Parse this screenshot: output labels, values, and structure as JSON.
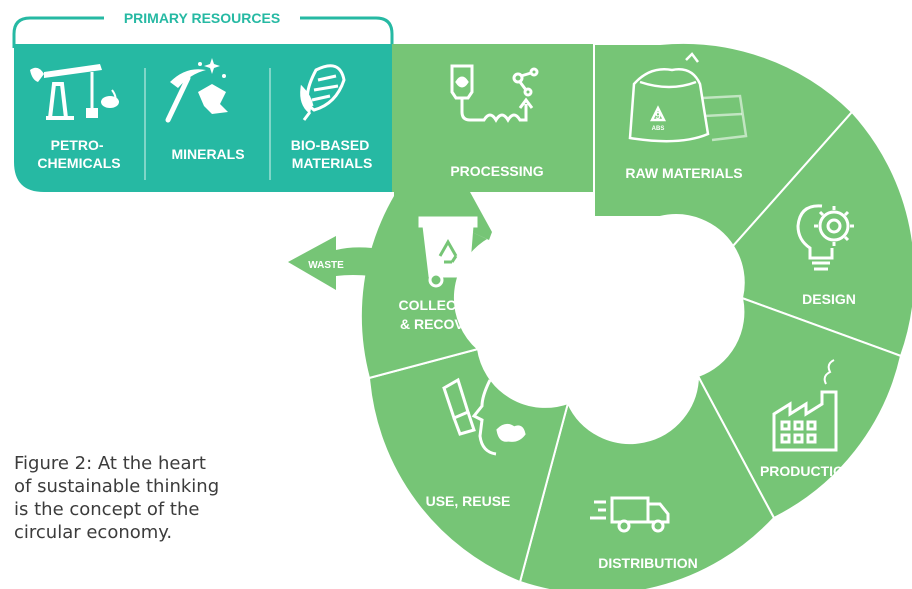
{
  "colors": {
    "primary": "#26b9a3",
    "segment": "#76c576",
    "divider": "#ffffff",
    "caption": "#3c3c3c"
  },
  "header": {
    "label": "PRIMARY RESOURCES"
  },
  "primary_resources": [
    {
      "icon": "oil-pump-icon",
      "lines": [
        "PETRO-",
        "CHEMICALS"
      ]
    },
    {
      "icon": "pickaxe-icon",
      "lines": [
        "MINERALS"
      ]
    },
    {
      "icon": "corn-icon",
      "lines": [
        "BIO-BASED",
        "MATERIALS"
      ]
    }
  ],
  "cycle_steps": [
    {
      "icon": "processing-icon",
      "lines": [
        "PROCESSING"
      ]
    },
    {
      "icon": "raw-materials-sack-icon",
      "lines": [
        "RAW MATERIALS"
      ]
    },
    {
      "icon": "lightbulb-gear-icon",
      "lines": [
        "DESIGN"
      ]
    },
    {
      "icon": "factory-icon",
      "lines": [
        "PRODUCTION"
      ]
    },
    {
      "icon": "delivery-truck-icon",
      "lines": [
        "DISTRIBUTION"
      ]
    },
    {
      "icon": "inhaler-icon",
      "lines": [
        "USE, REUSE"
      ]
    },
    {
      "icon": "recycle-bin-icon",
      "lines": [
        "COLLECTION",
        "& RECOVERY"
      ]
    }
  ],
  "waste": {
    "label": "WASTE",
    "icon": "waste-arrow-icon"
  },
  "icon_details": {
    "raw_materials_badge": "9",
    "raw_materials_code": "ABS"
  },
  "caption": {
    "lines": [
      "Figure 2: At the heart",
      "of sustainable thinking",
      "is the concept of the",
      "circular economy."
    ]
  }
}
